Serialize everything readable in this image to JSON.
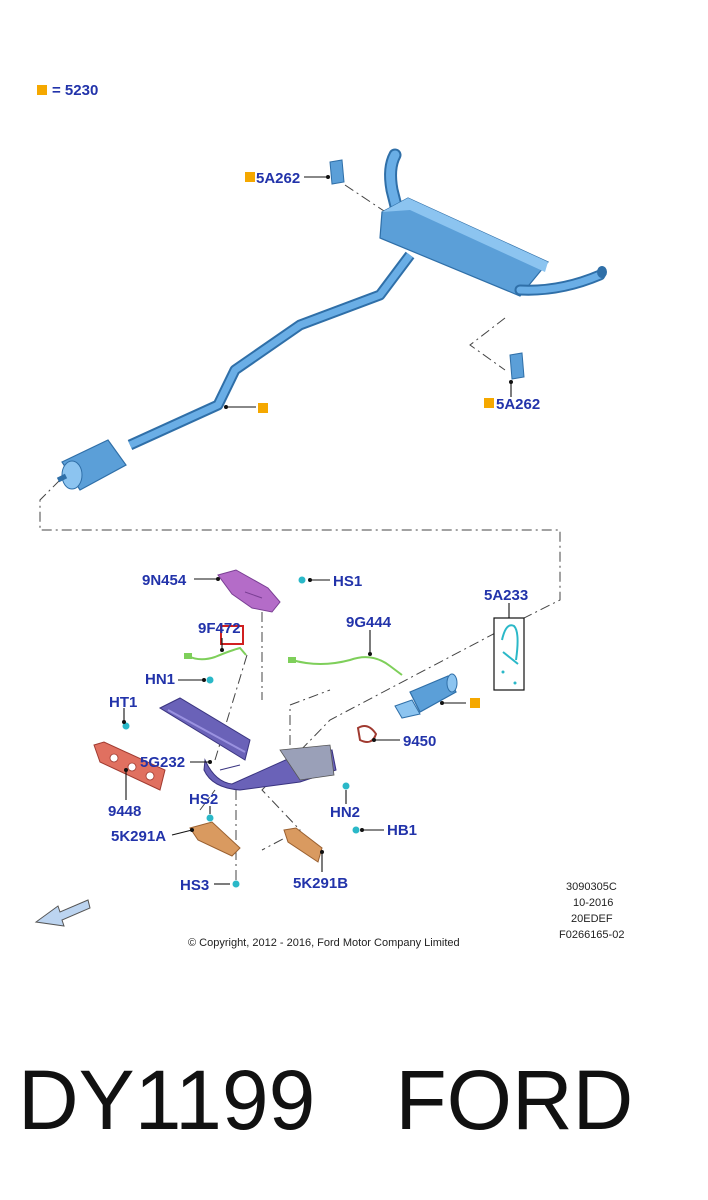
{
  "legend": {
    "text": "= 5230",
    "color": "#f5a800"
  },
  "labels": {
    "hanger_top": "5A262",
    "hanger_right": "5A262",
    "heat_shield_upper": "9N454",
    "hs1": "HS1",
    "sensor_front": "9F472",
    "sensor_rear": "9G444",
    "bracket": "5A233",
    "hn1": "HN1",
    "ht1": "HT1",
    "manifold": "5G232",
    "gasket_manifold": "9448",
    "gasket_flange": "9450",
    "hs2": "HS2",
    "shield_lower_a": "5K291A",
    "hn2": "HN2",
    "hb1": "HB1",
    "hs3": "HS3",
    "shield_lower_b": "5K291B"
  },
  "info": {
    "line1": "3090305C",
    "line2": "10-2016",
    "line3": "20EDEF",
    "line4": "F0266165-02"
  },
  "copyright": "© Copyright, 2012 - 2016, Ford Motor Company Limited",
  "footer": {
    "code": "DY1199",
    "brand": "FORD"
  },
  "colors": {
    "pipe": "#5b9fd8",
    "pipe_dark": "#2f6fa8",
    "shield": "#b46cc8",
    "manifold": "#6a62b8",
    "gasket": "#e07060",
    "lower_shield": "#d99a60",
    "sensor_wire": "#7ecf5a",
    "fastener": "#2ab8c8",
    "label": "#2233aa"
  }
}
